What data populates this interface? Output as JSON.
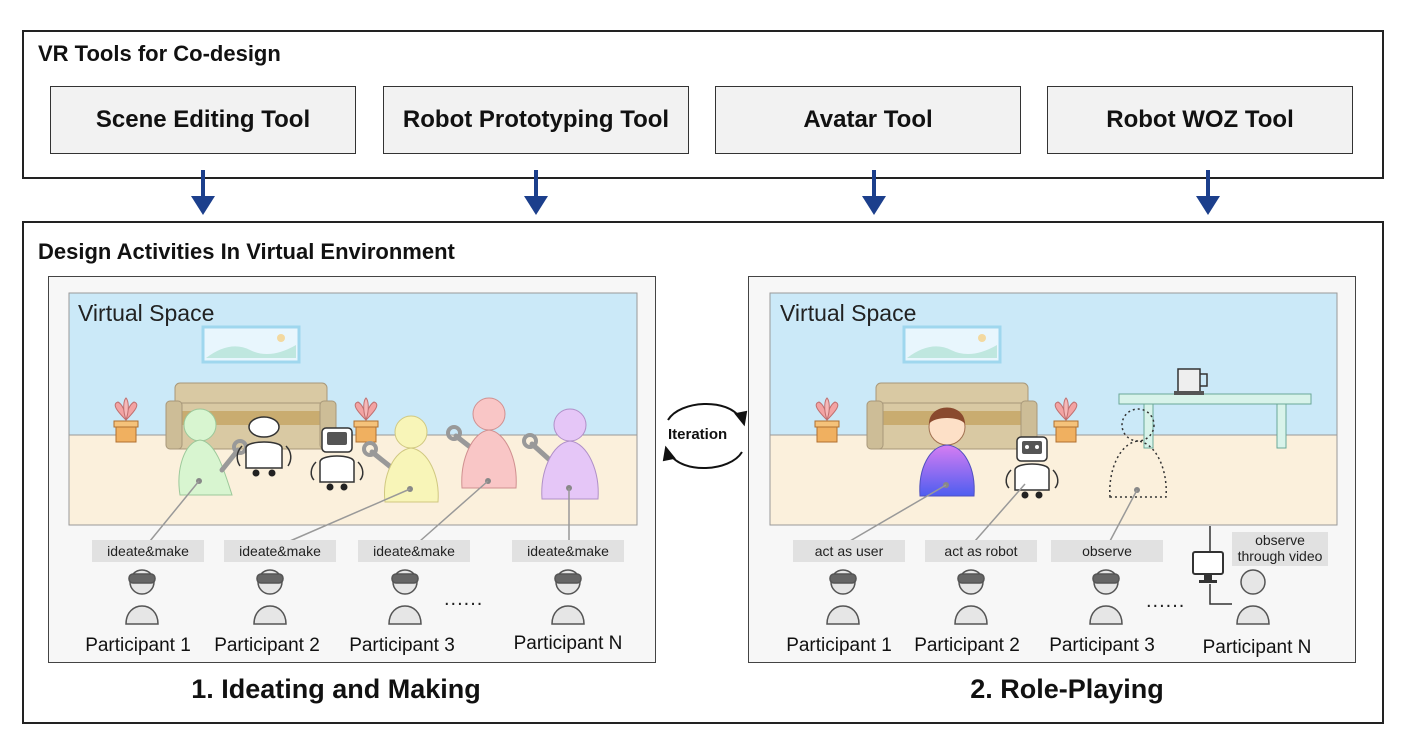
{
  "tools_section": {
    "title": "VR Tools for Co-design",
    "tools": [
      "Scene Editing Tool",
      "Robot Prototyping Tool",
      "Avatar Tool",
      "Robot WOZ Tool"
    ]
  },
  "activities_section": {
    "title": "Design Activities In Virtual Environment",
    "iteration_label": "Iteration",
    "left_panel": {
      "space_label": "Virtual Space",
      "tags": [
        "ideate&make",
        "ideate&make",
        "ideate&make",
        "ideate&make"
      ],
      "participants": [
        "Participant 1",
        "Participant 2",
        "Participant 3",
        "Participant N"
      ],
      "ellipsis": "......",
      "caption": "1. Ideating and Making"
    },
    "right_panel": {
      "space_label": "Virtual Space",
      "tags": [
        "act as user",
        "act as robot",
        "observe",
        "observe through video"
      ],
      "participants": [
        "Participant 1",
        "Participant 2",
        "Participant 3",
        "Participant N"
      ],
      "ellipsis": "......",
      "caption": "2. Role-Playing"
    }
  },
  "colors": {
    "arrow": "#1c3f8c",
    "sky": "#cbe9f8",
    "floor": "#fbf0dc",
    "sofa": "#d9c9a3",
    "avatar_green": "#d8f5d0",
    "avatar_yellow": "#f8f5b8",
    "avatar_pink": "#f9c6c6",
    "avatar_purple": "#e5c6f7"
  }
}
